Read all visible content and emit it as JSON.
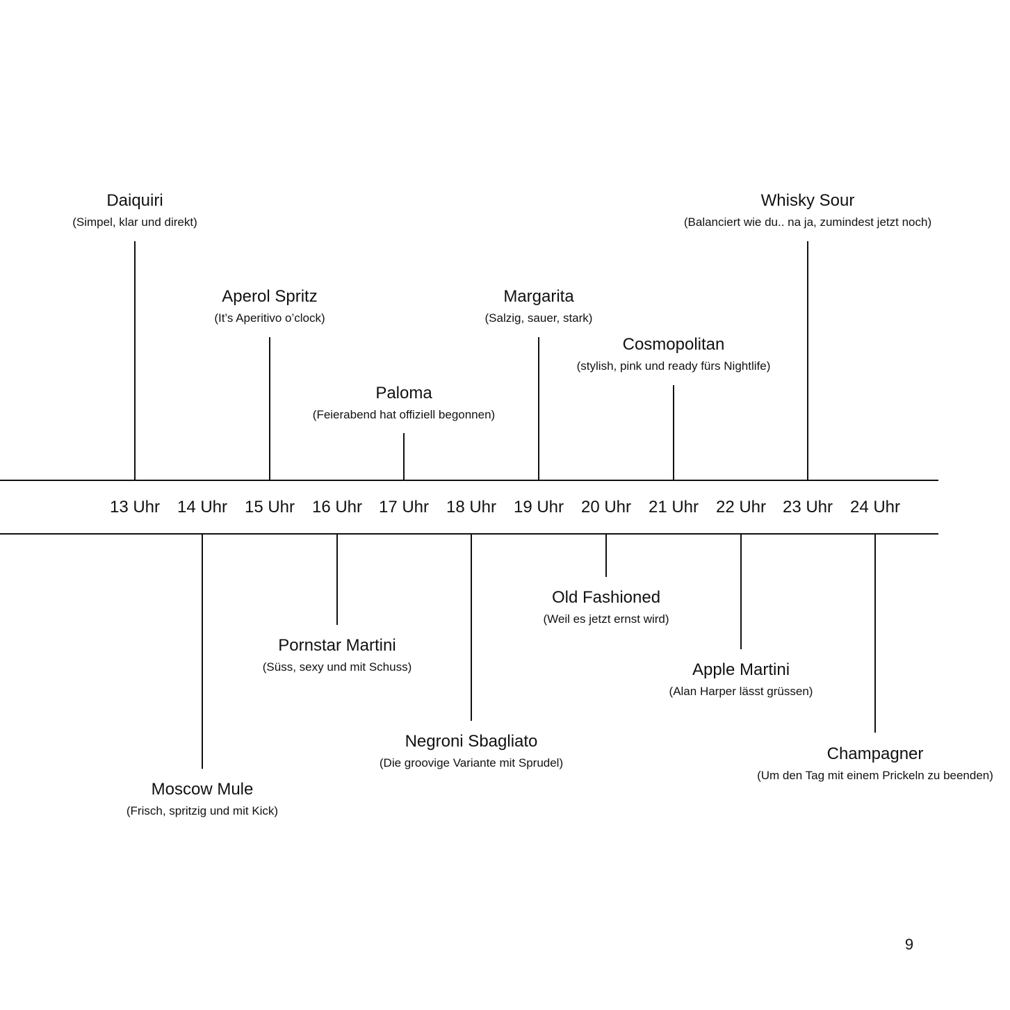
{
  "timeline": {
    "hours": [
      "13 Uhr",
      "14 Uhr",
      "15 Uhr",
      "16 Uhr",
      "17 Uhr",
      "18 Uhr",
      "19 Uhr",
      "20 Uhr",
      "21 Uhr",
      "22 Uhr",
      "23 Uhr",
      "24 Uhr"
    ],
    "drinks": [
      {
        "hour": "13 Uhr",
        "name": "Daiquiri",
        "description": "(Simpel, klar und direkt)"
      },
      {
        "hour": "14 Uhr",
        "name": "Moscow Mule",
        "description": "(Frisch, spritzig und mit Kick)"
      },
      {
        "hour": "15 Uhr",
        "name": "Aperol Spritz",
        "description": "(It’s Aperitivo o’clock)"
      },
      {
        "hour": "16 Uhr",
        "name": "Pornstar Martini",
        "description": "(Süss, sexy und mit Schuss)"
      },
      {
        "hour": "17 Uhr",
        "name": "Paloma",
        "description": "(Feierabend hat offiziell begonnen)"
      },
      {
        "hour": "18 Uhr",
        "name": "Negroni Sbagliato",
        "description": "(Die groovige Variante mit Sprudel)"
      },
      {
        "hour": "19 Uhr",
        "name": "Margarita",
        "description": "(Salzig, sauer, stark)"
      },
      {
        "hour": "20 Uhr",
        "name": "Old Fashioned",
        "description": "(Weil es jetzt ernst wird)"
      },
      {
        "hour": "21 Uhr",
        "name": "Cosmopolitan",
        "description": "(stylish, pink und ready fürs Nightlife)"
      },
      {
        "hour": "22 Uhr",
        "name": "Apple Martini",
        "description": "(Alan Harper lässt grüssen)"
      },
      {
        "hour": "23 Uhr",
        "name": "Whisky Sour",
        "description": "(Balanciert wie du.. na ja, zumindest jetzt noch)"
      },
      {
        "hour": "24 Uhr",
        "name": "Champagner",
        "description": "(Um den Tag mit einem Prickeln zu beenden)"
      }
    ]
  },
  "page_number": "9"
}
